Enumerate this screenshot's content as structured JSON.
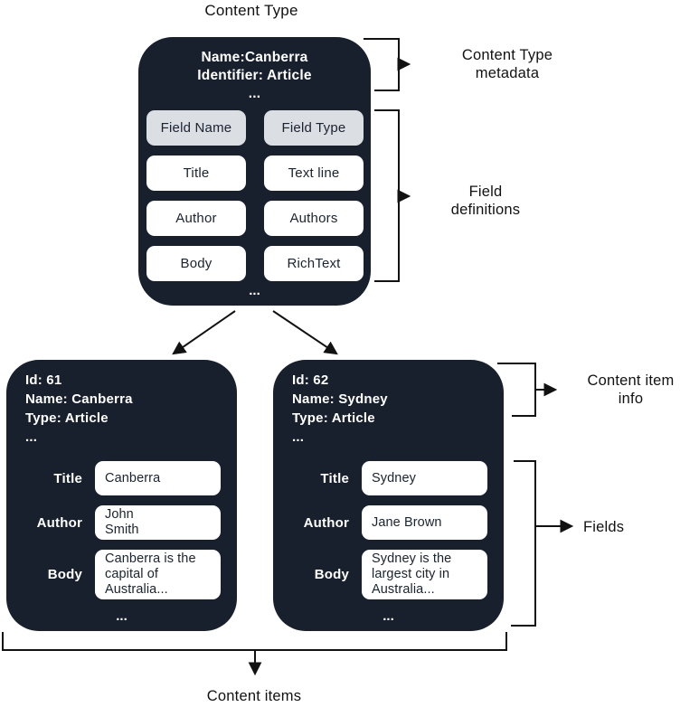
{
  "diagram": {
    "title": "Content Type",
    "colors": {
      "box_background": "#18202D",
      "header_cell_background": "#DBDEE3",
      "cell_background": "#FFFFFF",
      "connector_line": "#121212",
      "text_on_dark": "#FFFFFF",
      "text_on_light": "#1A2330"
    },
    "content_type": {
      "meta": [
        "Name:Canberra",
        "Identifier: Article",
        "..."
      ],
      "table": {
        "headers": [
          "Field Name",
          "Field Type"
        ],
        "rows": [
          [
            "Title",
            "Text line"
          ],
          [
            "Author",
            "Authors"
          ],
          [
            "Body",
            "RichText"
          ]
        ]
      },
      "more": "..."
    },
    "items": [
      {
        "meta": [
          "Id: 61",
          "Name: Canberra",
          "Type: Article",
          "..."
        ],
        "fields": [
          {
            "label": "Title",
            "value": "Canberra"
          },
          {
            "label": "Author",
            "value": "John\nSmith"
          },
          {
            "label": "Body",
            "value": "Canberra is the\ncapital of\nAustralia..."
          }
        ],
        "more": "..."
      },
      {
        "meta": [
          "Id: 62",
          "Name: Sydney",
          "Type: Article",
          "..."
        ],
        "fields": [
          {
            "label": "Title",
            "value": "Sydney"
          },
          {
            "label": "Author",
            "value": "Jane Brown"
          },
          {
            "label": "Body",
            "value": "Sydney is the\nlargest city in\nAustralia..."
          }
        ],
        "more": "..."
      }
    ],
    "labels": {
      "content_type_metadata": "Content Type metadata",
      "field_definitions": "Field definitions",
      "content_item_info": "Content item info",
      "fields": "Fields",
      "content_items": "Content items"
    }
  }
}
